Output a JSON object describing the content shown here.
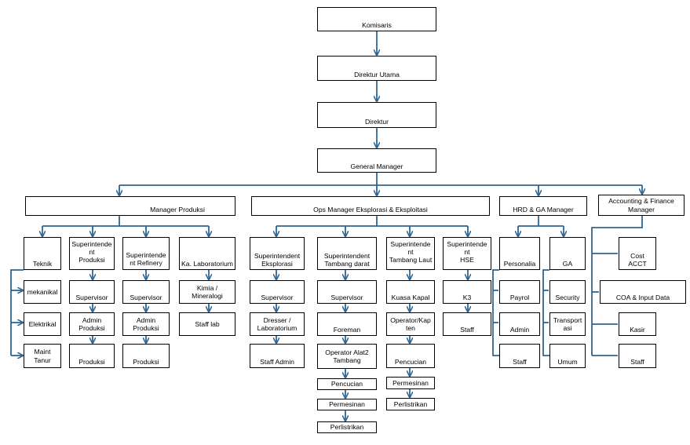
{
  "colors": {
    "connector": "#2e6592",
    "box_border": "#000000",
    "background": "#ffffff"
  },
  "nodes": {
    "komisaris": "Komisaris",
    "direktur_utama": "Direktur Utama",
    "direktur": "Direktur",
    "general_manager": "General Manager",
    "manager_produksi": "Manager Produksi",
    "ops_manager": "Ops Manager Eksplorasi & Eksploitasi",
    "hrd_ga_manager": "HRD  & GA Manager",
    "accounting_manager": "Accounting & Finance\nManager",
    "teknik": "Teknik",
    "mekanikal": "mekanikal",
    "elektrikal": "Elektrikal",
    "maint_tanur": "Maint\nTanur",
    "supt_produksi": "Superintende\nnt\nProduksi",
    "supervisor_produksi": "Supervisor",
    "admin_produksi_1": "Admin\nProduksi",
    "produksi_1": "Produksi",
    "supt_refinery": "Superintende\nnt Refinery",
    "supervisor_refinery": "Supervisor",
    "admin_produksi_2": "Admin\nProduksi",
    "produksi_2": "Produksi",
    "ka_laboratorium": "Ka. Laboratorium",
    "kimia_mineralogi": "Kimia /\nMineralogi",
    "staff_lab": "Staff lab",
    "supt_eksplorasi": "Superintendent\nEksplorasi",
    "supervisor_eksplorasi": "Supervisor",
    "dresser_lab": "Dresser /\nLaboratorium",
    "staff_admin": "Staff Admin",
    "supt_tambang_darat": "Superintendent\nTambang darat",
    "supervisor_tambang_darat": "Supervisor",
    "foreman": "Foreman",
    "operator_alat2": "Operator Alat2\nTambang",
    "pencucian_1": "Pencucian",
    "permesinan_1": "Permesinan",
    "perlistrikan_1": "Perlistrikan",
    "supt_tambang_laut": "Superintende\nnt\nTambang Laut",
    "kuasa_kapal": "Kuasa Kapal",
    "operator_kapten": "Operator/Kap\nten",
    "pencucian_2": "Pencucian",
    "permesinan_2": "Permesinan",
    "perlistrikan_2": "Perlistrikan",
    "supt_hse": "Superintende\nnt\nHSE",
    "k3": "K3",
    "staff_hse": "Staff",
    "personalia": "Personalia",
    "payrol": "Payrol",
    "admin_hr": "Admin",
    "staff_hr": "Staff",
    "ga": "GA",
    "security": "Security",
    "transportasi": "Transport\nasi",
    "umum": "Umum",
    "cost_acct": "Cost\nACCT",
    "coa_input": "COA & Input Data",
    "kasir": "Kasir",
    "staff_acct": "Staff"
  }
}
